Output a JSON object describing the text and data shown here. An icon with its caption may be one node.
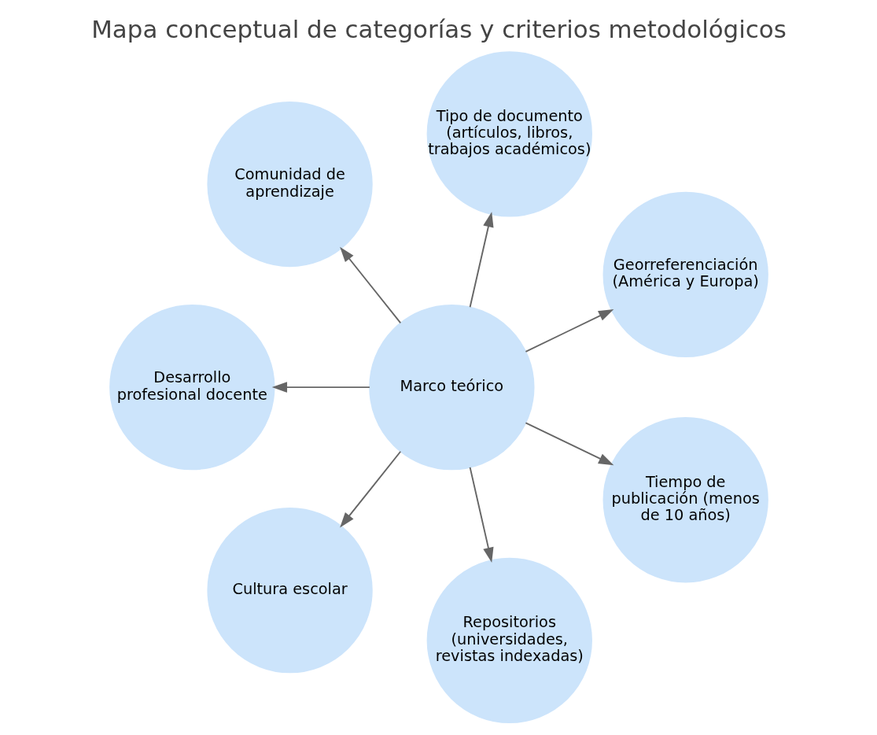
{
  "diagram": {
    "title": "Mapa conceptual de categorías y criterios metodológicos",
    "nodes": [
      {
        "text": [
          "Marco teórico"
        ]
      },
      {
        "text": [
          "Georreferenciación (América y Europa)"
        ]
      },
      {
        "text": [
          "Tipo de documento (artículos, libros, trabajos académicos)"
        ]
      },
      {
        "text": [
          "Comunidad de aprendizaje"
        ]
      },
      {
        "text": [
          "Desarrollo profesional docente"
        ]
      },
      {
        "text": [
          "Cultura escolar"
        ]
      },
      {
        "text": [
          "Repositorios (universidades, revistas indexadas)"
        ]
      },
      {
        "text": [
          "Tiempo de publicación (menos de 10 años)"
        ]
      }
    ],
    "edges": [
      {
        "from": 0,
        "to": 1,
        "arrow": "to"
      },
      {
        "from": 0,
        "to": 2,
        "arrow": "to"
      },
      {
        "from": 0,
        "to": 3,
        "arrow": "to"
      },
      {
        "from": 0,
        "to": 4,
        "arrow": "to"
      },
      {
        "from": 0,
        "to": 5,
        "arrow": "to"
      },
      {
        "from": 0,
        "to": 6,
        "arrow": "to"
      },
      {
        "from": 0,
        "to": 7,
        "arrow": "to"
      }
    ]
  }
}
